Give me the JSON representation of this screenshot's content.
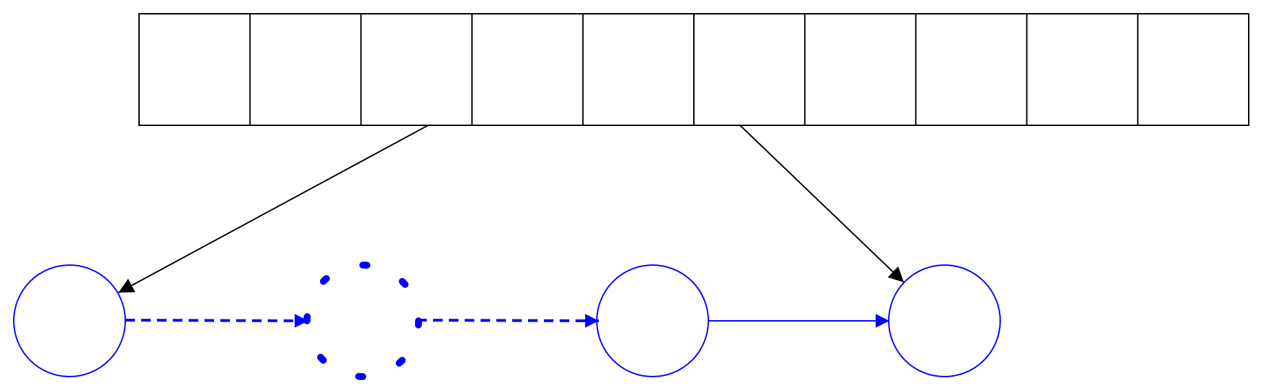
{
  "colors": {
    "background": "#ffffff",
    "array_stroke": "#000000",
    "pointer_stroke": "#000000",
    "node_stroke": "#0000ff",
    "link_stroke": "#0000ff"
  },
  "array": {
    "cell_count": 10,
    "cells": [
      "",
      "",
      "",
      "",
      "",
      "",
      "",
      "",
      "",
      ""
    ]
  },
  "nodes": [
    {
      "id": "node-1",
      "style": "solid"
    },
    {
      "id": "node-2",
      "style": "dotted"
    },
    {
      "id": "node-3",
      "style": "solid"
    },
    {
      "id": "node-4",
      "style": "solid"
    }
  ],
  "links": [
    {
      "from": "node-1",
      "to": "node-2",
      "style": "dashed"
    },
    {
      "from": "node-2",
      "to": "node-3",
      "style": "dashed"
    },
    {
      "from": "node-3",
      "to": "node-4",
      "style": "solid"
    }
  ],
  "pointers": [
    {
      "from_cell": 2,
      "to": "node-1"
    },
    {
      "from_cell": 5,
      "to": "node-4"
    }
  ]
}
